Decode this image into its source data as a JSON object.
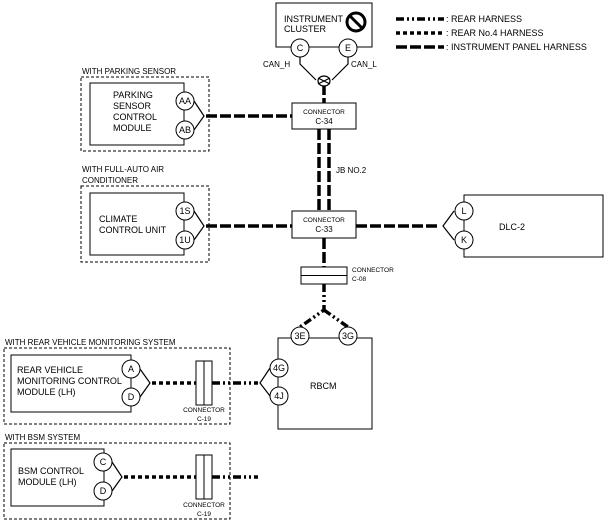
{
  "legend": {
    "rear": ": REAR HARNESS",
    "rear4": ": REAR No.4 HARNESS",
    "ip": ": INSTRUMENT PANEL HARNESS"
  },
  "cluster": {
    "line1": "INSTRUMENT",
    "line2": "CLUSTER",
    "pin_c": "C",
    "pin_e": "E",
    "can_h": "CAN_H",
    "can_l": "CAN_L"
  },
  "parking": {
    "group": "WITH PARKING SENSOR",
    "line1": "PARKING",
    "line2": "SENSOR",
    "line3": "CONTROL",
    "line4": "MODULE",
    "pin_aa": "AA",
    "pin_ab": "AB"
  },
  "c34": {
    "line1": "CONNECTOR",
    "line2": "C-34"
  },
  "jb": "JB NO.2",
  "climate": {
    "group1": "WITH FULL-AUTO AIR",
    "group2": "CONDITIONER",
    "line1": "CLIMATE",
    "line2": "CONTROL UNIT",
    "pin_1s": "1S",
    "pin_1u": "1U"
  },
  "c33": {
    "line1": "CONNECTOR",
    "line2": "C-33"
  },
  "dlc": {
    "label": "DLC-2",
    "pin_l": "L",
    "pin_k": "K"
  },
  "c08": {
    "line1": "CONNECTOR",
    "line2": "C-08"
  },
  "rbcm": {
    "label": "RBCM",
    "pin_3e": "3E",
    "pin_3g": "3G",
    "pin_4g": "4G",
    "pin_4j": "4J"
  },
  "rvm": {
    "group": "WITH REAR VEHICLE MONITORING SYSTEM",
    "line1": "REAR VEHICLE",
    "line2": "MONITORING CONTROL",
    "line3": "MODULE (LH)",
    "pin_a": "A",
    "pin_d": "D"
  },
  "c19a": {
    "line1": "CONNECTOR",
    "line2": "C-19"
  },
  "bsm": {
    "group": "WITH BSM SYSTEM",
    "line1": "BSM CONTROL",
    "line2": "MODULE (LH)",
    "pin_c": "C",
    "pin_d": "D"
  },
  "c19b": {
    "line1": "CONNECTOR",
    "line2": "C-19"
  }
}
